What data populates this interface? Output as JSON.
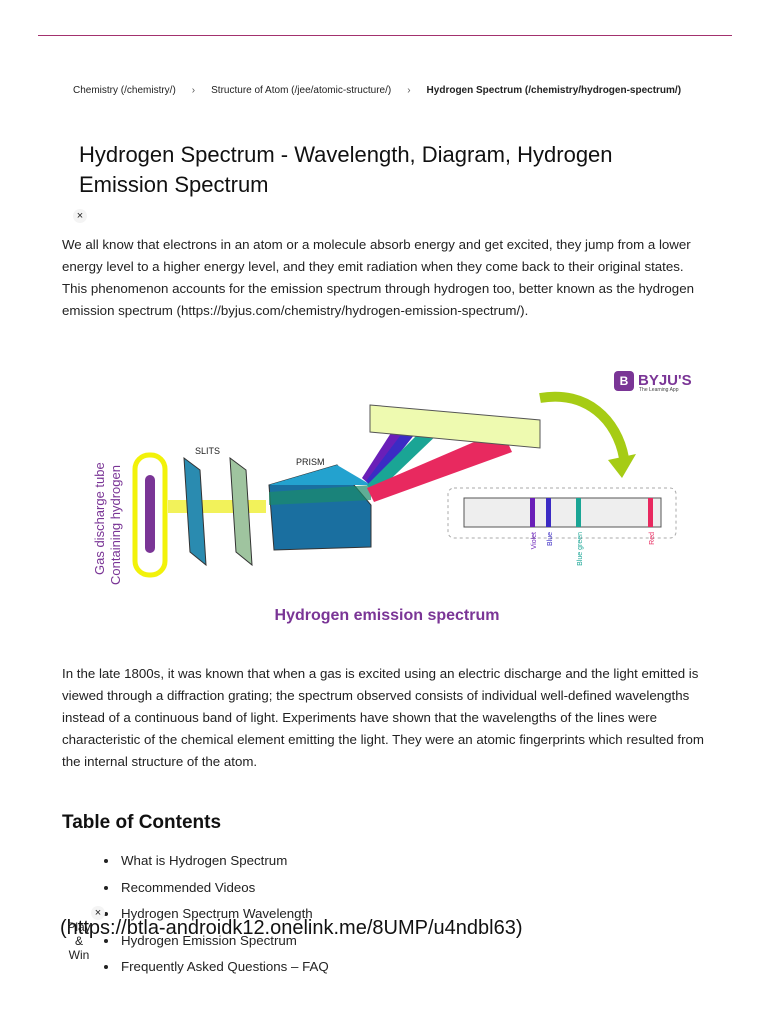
{
  "breadcrumb": {
    "items": [
      "Chemistry (/chemistry/)",
      "Structure of Atom (/jee/atomic-structure/)"
    ],
    "current": "Hydrogen Spectrum (/chemistry/hydrogen-spectrum/)",
    "separator": "›"
  },
  "page_title": "Hydrogen Spectrum - Wavelength, Diagram, Hydrogen Emission Spectrum",
  "close_label": "×",
  "intro": "We all know that electrons in an atom or a molecule absorb energy and get excited, they jump from a lower energy level to a higher energy level, and they emit radiation when they come back to their original states. This phenomenon accounts for the emission spectrum through hydrogen too, better known as the hydrogen emission spectrum (https://byjus.com/chemistry/hydrogen-emission-spectrum/).",
  "figure": {
    "brand": "BYJU'S",
    "brand_tagline": "The Learning App",
    "brand_letter": "B",
    "tube_label_1": "Gas discharge tube",
    "tube_label_2": "Containing hydrogen",
    "slits_label": "SLITS",
    "prism_label": "PRISM",
    "lines": [
      {
        "label": "Violet",
        "color": "#6a1fb8"
      },
      {
        "label": "Blue",
        "color": "#3b2bc4"
      },
      {
        "label": "Blue green",
        "color": "#1aa595"
      },
      {
        "label": "Red",
        "color": "#e8295f"
      }
    ],
    "caption": "Hydrogen emission spectrum",
    "caption_color": "#7a3596"
  },
  "history_paragraph": "In the late 1800s, it was known that when a gas is excited using an electric discharge and the light emitted is viewed through a diffraction grating; the spectrum observed consists of individual well-defined wavelengths instead of a continuous band of light. Experiments have shown that the wavelengths of the lines were characteristic of the chemical element emitting the light. They were an atomic fingerprints which resulted from the internal structure of the atom.",
  "toc": {
    "title": "Table of Contents",
    "items": [
      "What is Hydrogen Spectrum",
      "Recommended Videos",
      "Hydrogen Spectrum Wavelength",
      "Hydrogen Emission Spectrum",
      "Frequently Asked Questions – FAQ"
    ]
  },
  "ad_link": "(https://btla-androidk12.onelink.me/8UMP/u4ndbl63)",
  "play_win": [
    "Play",
    "&",
    "Win"
  ],
  "colors": {
    "accent_line": "#a3316e"
  }
}
